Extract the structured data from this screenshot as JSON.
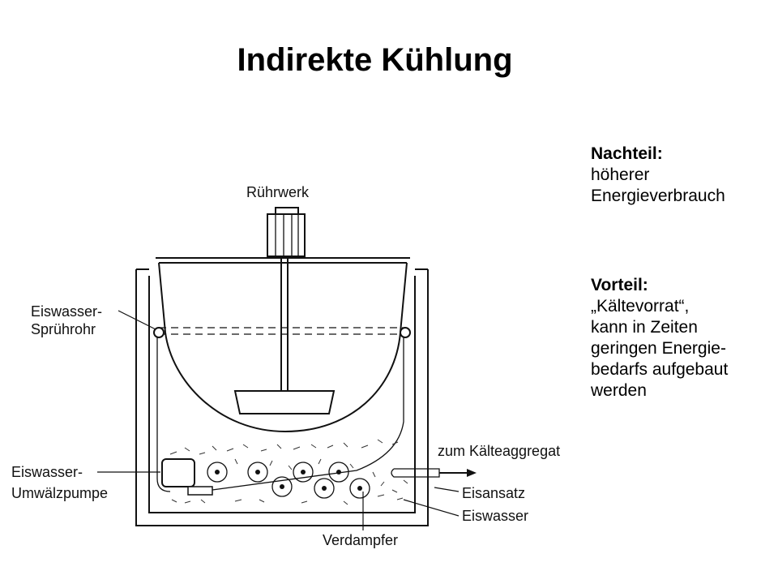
{
  "title": "Indirekte Kühlung",
  "disadvantage": {
    "heading": "Nachteil:",
    "lines": [
      "höherer",
      "Energieverbrauch"
    ]
  },
  "advantage": {
    "heading": "Vorteil:",
    "lines": [
      "„Kältevorrat“,",
      "kann in Zeiten",
      "geringen Energie-",
      "bedarfs aufgebaut",
      "werden"
    ]
  },
  "diagram_labels": {
    "stirrer": "Rührwerk",
    "spray_pipe": [
      "Eiswasser-",
      "Sprührohr"
    ],
    "circulation_pump": [
      "Eiswasser-",
      "Umwälzpumpe"
    ],
    "to_refrigeration_unit": "zum Kälteaggregat",
    "ice_buildup": "Eisansatz",
    "ice_water": "Eiswasser",
    "evaporator": "Verdampfer"
  }
}
